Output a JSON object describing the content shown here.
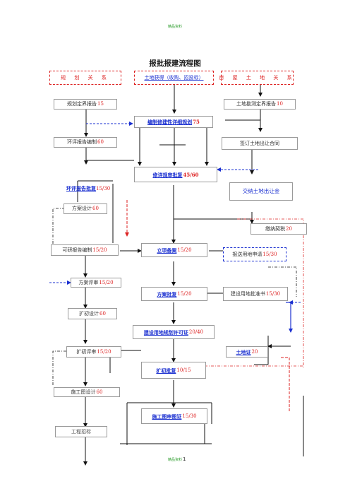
{
  "header": {
    "text": "精品资料"
  },
  "title": "报批报建流程图",
  "footer": {
    "text": "精品资料",
    "page": "1"
  },
  "boxes": {
    "planning_rel": "规 划 关 系",
    "land_acq": "土地获得（收购、招投标）",
    "housing_rel": "房 屋 土 地 关 系",
    "plan_report": "规划定界报告",
    "plan_report_n": "15",
    "land_survey": "土地勘测定界报告",
    "land_survey_n": "10",
    "detail_plan": "编制修建性详细规划",
    "detail_plan_n": "75",
    "env_report": "环评报告编制",
    "env_report_n": "60",
    "land_contract": "签订土地出让合同",
    "detail_approval": "修详规审批复",
    "detail_approval_n": "45/60",
    "env_approval": "环评报告批复",
    "env_approval_n": "15/30",
    "land_fee": "交纳土地出让金",
    "scheme_design": "方案设计",
    "scheme_design_n": "60",
    "deed_tax": "缴纳契税",
    "deed_tax_n": "20",
    "feasibility": "可研报告编制",
    "feasibility_n": "15/20",
    "project_filing": "立项备案",
    "project_filing_n": "15/20",
    "land_apply": "报送用地申请",
    "land_apply_n": "15/30",
    "scheme_review": "方案评审",
    "scheme_review_n": "15/20",
    "scheme_approval": "方案批复",
    "scheme_approval_n": "15/20",
    "land_permit_book": "建设用地批准书",
    "land_permit_book_n": "15/30",
    "prelim_design": "扩初设计",
    "prelim_design_n": "60",
    "land_planning_permit": "建设用地规划许可证",
    "land_planning_permit_n": "20/40",
    "prelim_review": "扩初评审",
    "prelim_review_n": "15/20",
    "land_cert": "土地证",
    "land_cert_n": "20",
    "prelim_approval": "扩初批复",
    "prelim_approval_n": "10/15",
    "construction_design": "施工图设计",
    "construction_design_n": "60",
    "construction_review": "施工图审图证",
    "construction_review_n": "15/30",
    "bidding": "工程招标"
  }
}
